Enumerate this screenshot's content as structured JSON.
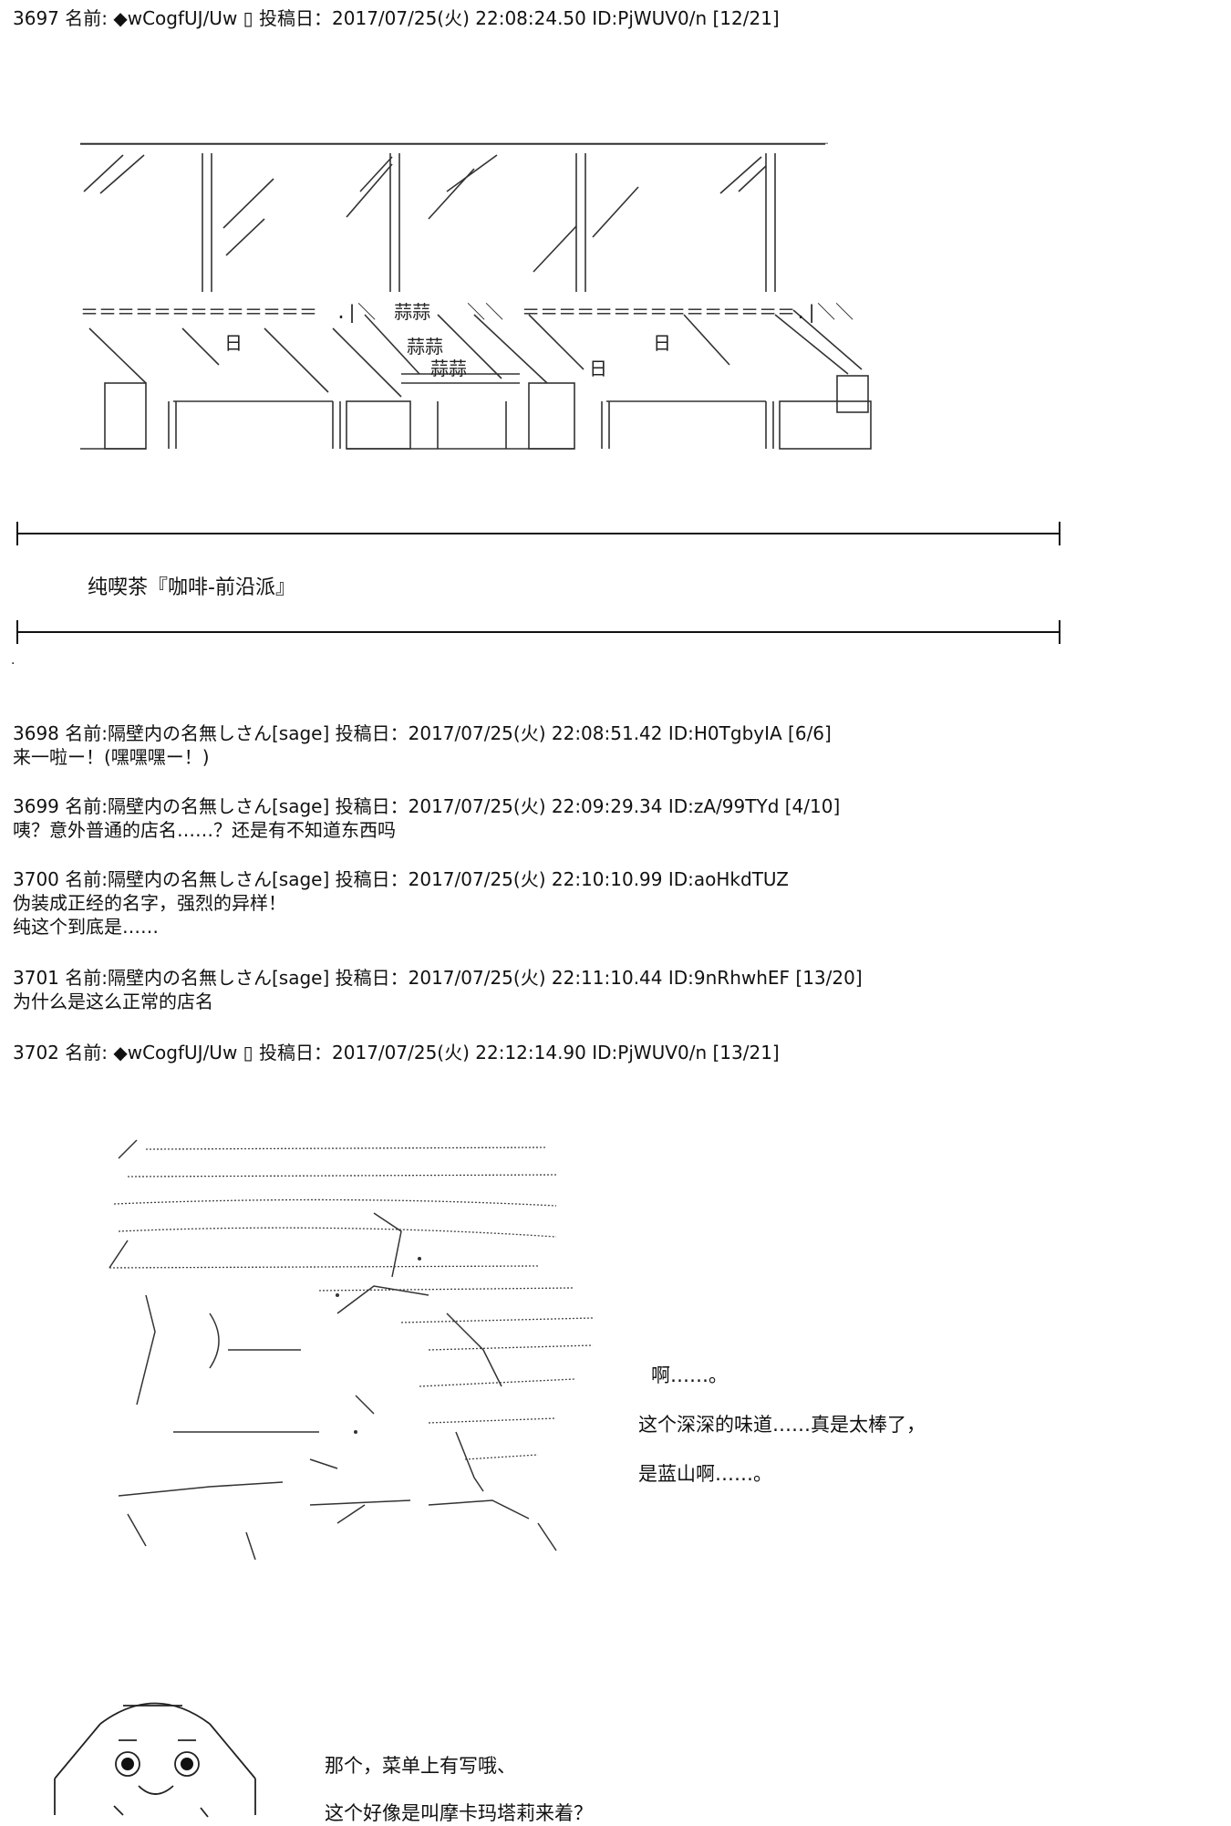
{
  "posts": [
    {
      "header": "3697 名前: ◆wCogfUJ/Uw ▯ 投稿日：2017/07/25(火) 22:08:24.50 ID:PjWUV0/n [12/21]",
      "lines": []
    },
    {
      "header": "3698 名前:隔壁内の名無しさん[sage] 投稿日：2017/07/25(火) 22:08:51.42 ID:H0TgbyIA [6/6]",
      "lines": [
        "来一啦ー！(嘿嘿嘿ー！)"
      ]
    },
    {
      "header": "3699 名前:隔壁内の名無しさん[sage] 投稿日：2017/07/25(火) 22:09:29.34 ID:zA/99TYd [4/10]",
      "lines": [
        "咦？意外普通的店名……？还是有不知道东西吗"
      ]
    },
    {
      "header": "3700 名前:隔壁内の名無しさん[sage] 投稿日：2017/07/25(火) 22:10:10.99 ID:aoHkdTUZ",
      "lines": [
        "伪装成正经的名字，强烈的异样！",
        "纯这个到底是……"
      ]
    },
    {
      "header": "3701 名前:隔壁内の名無しさん[sage] 投稿日：2017/07/25(火) 22:11:10.44 ID:9nRhwhEF [13/20]",
      "lines": [
        "为什么是这么正常的店名"
      ]
    },
    {
      "header": "3702 名前: ◆wCogfUJ/Uw ▯ 投稿日：2017/07/25(火) 22:12:14.90 ID:PjWUV0/n [13/21]",
      "lines": []
    }
  ],
  "shop_sign": {
    "name": "纯喫茶『咖啡-前沿派』",
    "dot": "."
  },
  "counter_art": {
    "rule": "＿＿＿＿＿＿＿＿＿＿＿＿＿＿＿＿＿＿＿＿＿＿＿＿＿＿＿＿＿＿＿＿＿＿＿＿＿＿＿＿＿",
    "shelf_row": "＝＝＝＝＝＝＝＝＝＝＝＝＝　.|＼　蒜蒜　　＼＼　＝＝＝＝＝＝＝＝＝＝＝＝＝＝＝.|＼＼",
    "label_garlic_1": "蒜蒜",
    "label_garlic_2": "蒜蒜",
    "label_garlic_3": "蒜蒜",
    "label_day_1": "日",
    "label_day_2": "日",
    "label_day_3": "日"
  },
  "speech_main": [
    "啊……。",
    "这个深深的味道……真是太棒了，",
    "是蓝山啊……。"
  ],
  "speech_second": [
    "那个，菜单上有写哦、",
    "这个好像是叫摩卡玛塔莉来着？"
  ]
}
